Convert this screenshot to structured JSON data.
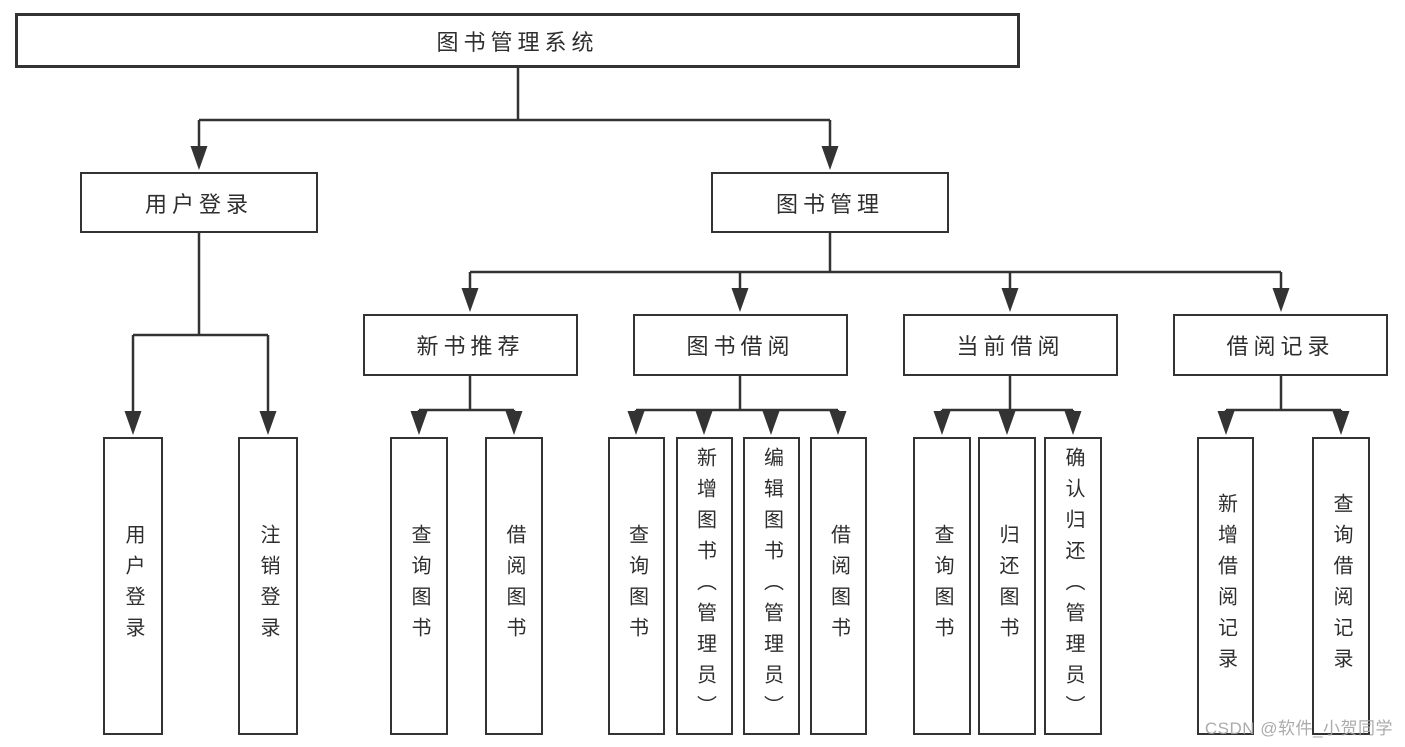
{
  "tree": {
    "label": "图书管理系统",
    "children": [
      {
        "label": "用户登录",
        "children": [
          {
            "label": "用户登录"
          },
          {
            "label": "注销登录"
          }
        ]
      },
      {
        "label": "图书管理",
        "children": [
          {
            "label": "新书推荐",
            "children": [
              {
                "label": "查询图书"
              },
              {
                "label": "借阅图书"
              }
            ]
          },
          {
            "label": "图书借阅",
            "children": [
              {
                "label": "查询图书"
              },
              {
                "label": "新增图书（管理员）"
              },
              {
                "label": "编辑图书（管理员）"
              },
              {
                "label": "借阅图书"
              }
            ]
          },
          {
            "label": "当前借阅",
            "children": [
              {
                "label": "查询图书"
              },
              {
                "label": "归还图书"
              },
              {
                "label": "确认归还（管理员）"
              }
            ]
          },
          {
            "label": "借阅记录",
            "children": [
              {
                "label": "新增借阅记录"
              },
              {
                "label": "查询借阅记录"
              }
            ]
          }
        ]
      }
    ]
  },
  "watermark": "CSDN @软件_小贺同学",
  "colors": {
    "line": "#333333",
    "box_border": "#333333",
    "text": "#2e2e2e",
    "watermark": "#a3a3a3",
    "background": "#ffffff"
  }
}
